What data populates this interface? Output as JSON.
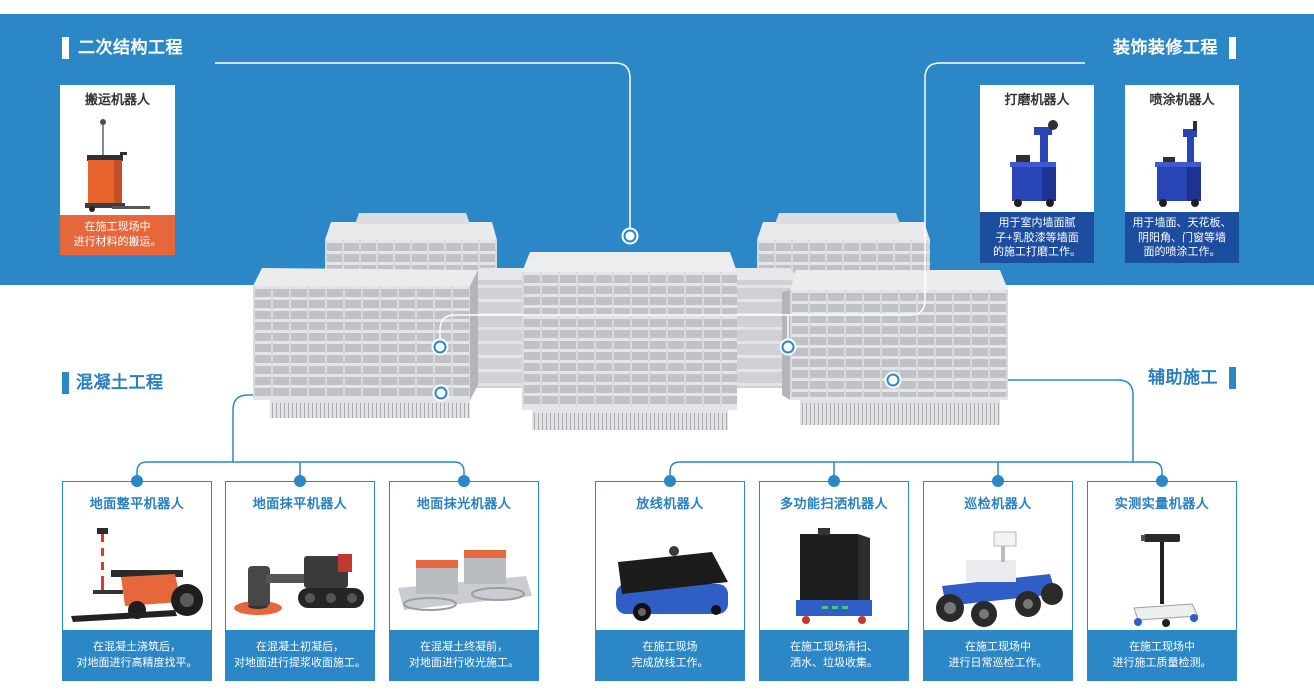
{
  "colors": {
    "primary_blue": "#2c87c6",
    "dark_blue": "#1d4d9e",
    "orange": "#e5673b",
    "title_blue": "#2a7fc0"
  },
  "sections": {
    "secondary_structure": {
      "title": "二次结构工程"
    },
    "decoration": {
      "title": "装饰装修工程"
    },
    "concrete": {
      "title": "混凝土工程"
    },
    "auxiliary": {
      "title": "辅助施工"
    }
  },
  "secondary_structure_robots": [
    {
      "name": "搬运机器人",
      "icon": "handling-robot-icon",
      "caption": [
        "在施工现场中",
        "进行材料的搬运。"
      ]
    }
  ],
  "decoration_robots": [
    {
      "name": "打磨机器人",
      "icon": "grinding-robot-icon",
      "caption": [
        "用于室内墙面腻",
        "子+乳胶漆等墙面",
        "的施工打磨工作。"
      ]
    },
    {
      "name": "喷涂机器人",
      "icon": "spraying-robot-icon",
      "caption": [
        "用于墙面、天花板、",
        "阴阳角、门窗等墙",
        "面的喷涂工作。"
      ]
    }
  ],
  "concrete_robots": [
    {
      "name": "地面整平机器人",
      "icon": "floor-leveling-robot-icon",
      "caption": [
        "在混凝土浇筑后，",
        "对地面进行高精度找平。"
      ]
    },
    {
      "name": "地面抹平机器人",
      "icon": "floor-troweling-robot-icon",
      "caption": [
        "在混凝土初凝后，",
        "对地面进行提浆收面施工。"
      ]
    },
    {
      "name": "地面抹光机器人",
      "icon": "floor-polishing-robot-icon",
      "caption": [
        "在混凝土终凝前，",
        "对地面进行收光施工。"
      ]
    }
  ],
  "auxiliary_robots": [
    {
      "name": "放线机器人",
      "icon": "layout-robot-icon",
      "caption": [
        "在施工现场",
        "完成放线工作。"
      ]
    },
    {
      "name": "多功能扫洒机器人",
      "icon": "cleaning-robot-icon",
      "caption": [
        "在施工现场清扫、",
        "洒水、垃圾收集。"
      ]
    },
    {
      "name": "巡检机器人",
      "icon": "inspection-robot-icon",
      "caption": [
        "在施工现场中",
        "进行日常巡检工作。"
      ]
    },
    {
      "name": "实测实量机器人",
      "icon": "measuring-robot-icon",
      "caption": [
        "在施工现场中",
        "进行施工质量检测。"
      ]
    }
  ]
}
